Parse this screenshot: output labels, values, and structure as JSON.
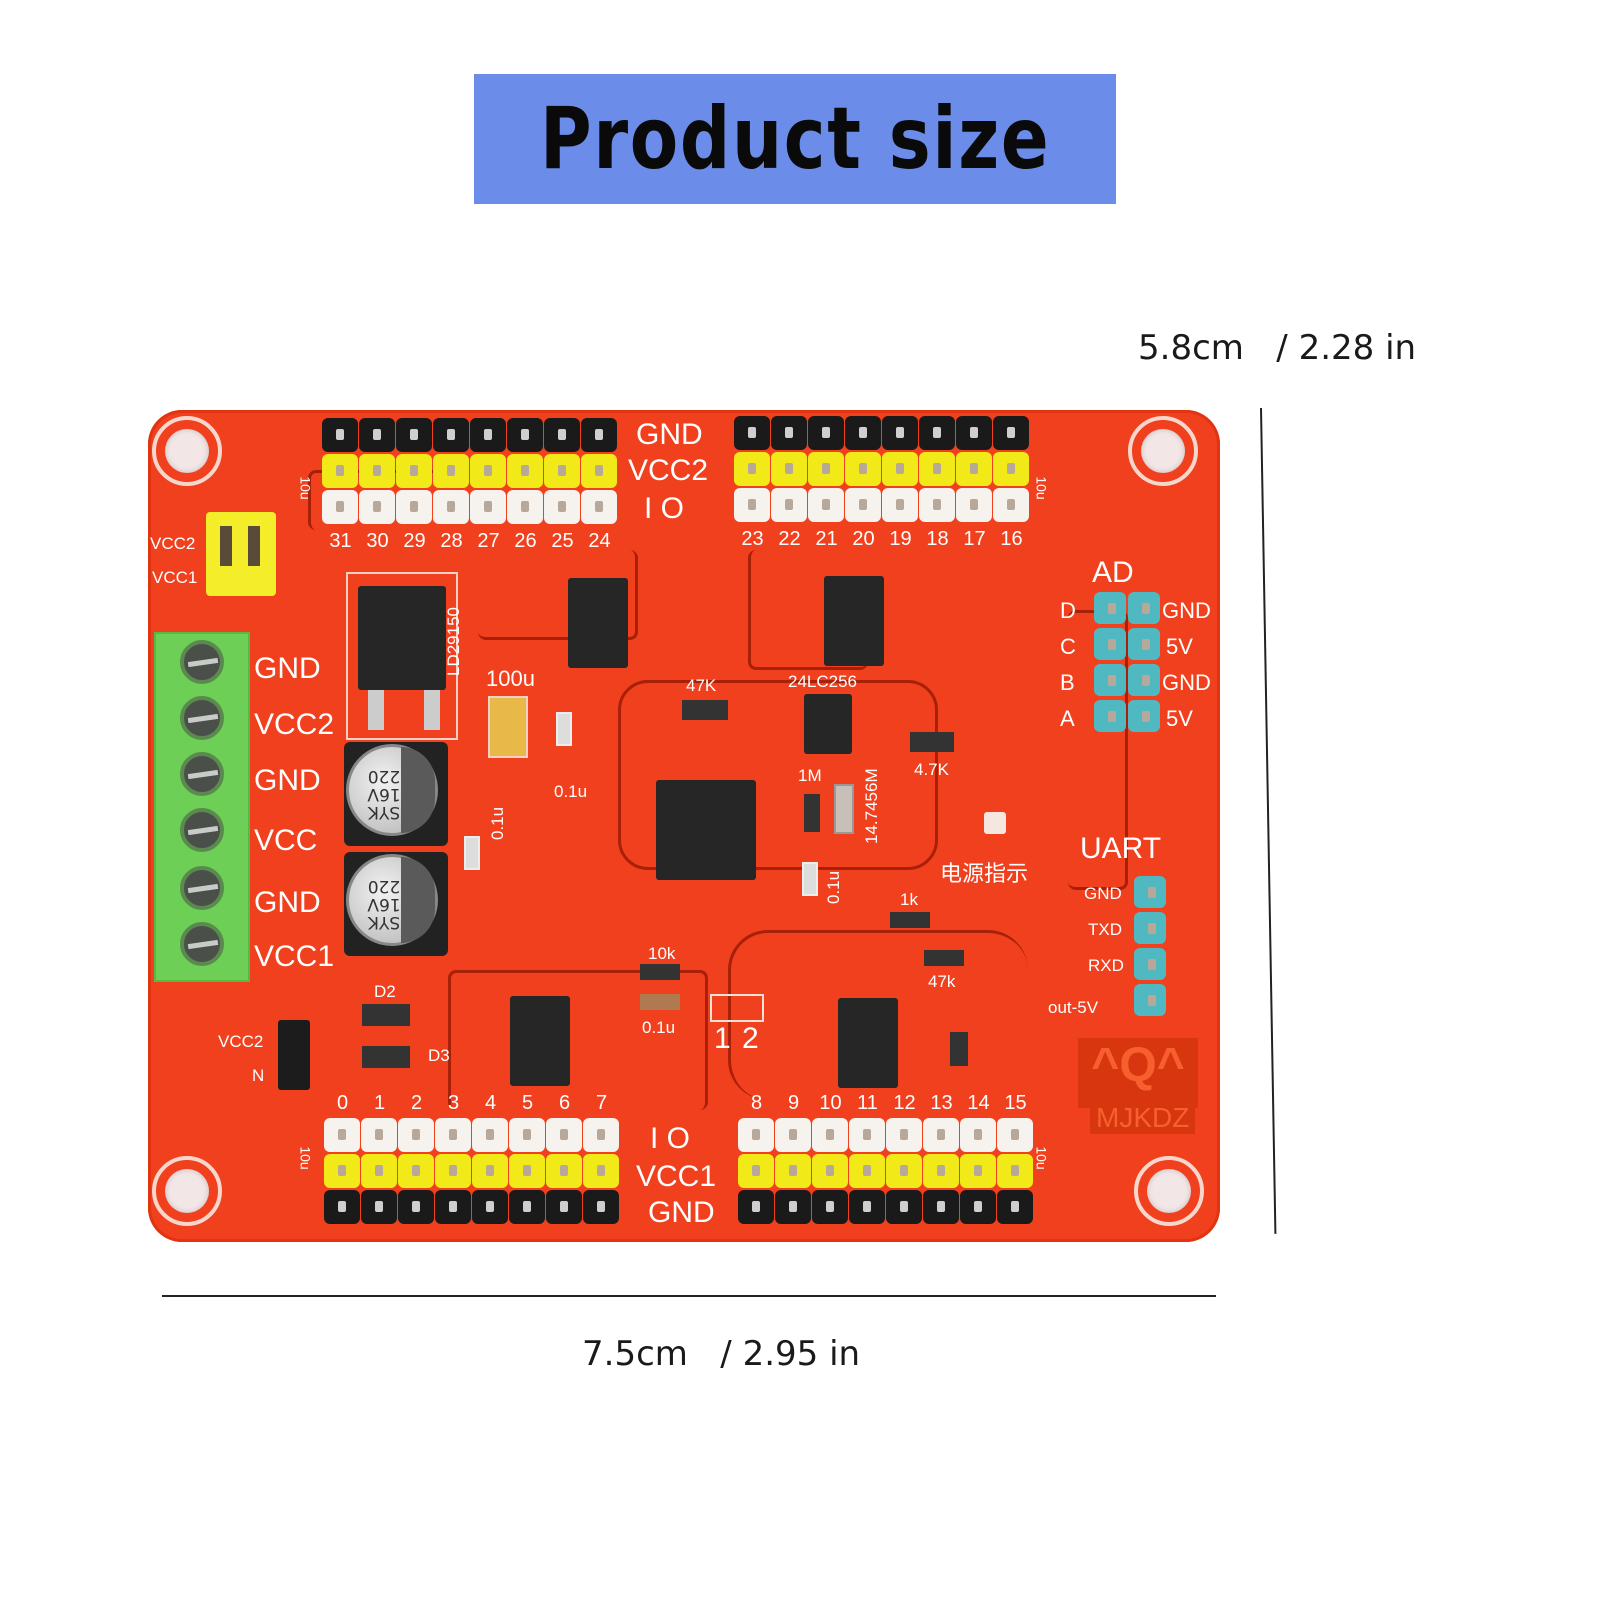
{
  "banner": {
    "title": "Product size",
    "background_color": "#6b8ce8"
  },
  "dimensions": {
    "height_label": "5.8cm   / 2.28 in",
    "width_label": "7.5cm   / 2.95 in"
  },
  "pcb": {
    "board_color": "#f0401e",
    "top_header": {
      "row_labels": [
        "GND",
        "VCC2",
        "I O"
      ],
      "left_pins": [
        "31",
        "30",
        "29",
        "28",
        "27",
        "26",
        "25",
        "24"
      ],
      "right_pins": [
        "23",
        "22",
        "21",
        "20",
        "19",
        "18",
        "17",
        "16"
      ],
      "cap_label_left": "10u",
      "cap_label_right": "10u"
    },
    "bottom_header": {
      "row_labels": [
        "I O",
        "VCC1",
        "GND"
      ],
      "left_pins": [
        "0",
        "1",
        "2",
        "3",
        "4",
        "5",
        "6",
        "7"
      ],
      "right_pins": [
        "8",
        "9",
        "10",
        "11",
        "12",
        "13",
        "14",
        "15"
      ],
      "cap_label_left": "10u",
      "cap_label_right": "10u"
    },
    "jumper_top": {
      "labels": [
        "VCC2",
        "VCC1"
      ]
    },
    "terminal_block": {
      "labels": [
        "GND",
        "VCC2",
        "GND",
        "VCC",
        "GND",
        "VCC1"
      ]
    },
    "regulator": {
      "label": "LD29150"
    },
    "components": {
      "tantalum_cap": "100u",
      "cap_0_1u_a": "0.1u",
      "cap_0_1u_b": "0.1u",
      "cap_0_1u_c": "0.1u",
      "cap_0_1u_d": "0.1u",
      "electrolytic_cap_text": [
        "SYK",
        "16V",
        "220"
      ],
      "res_47k_a": "47K",
      "res_47k_b": "47k",
      "res_4_7k": "4.7K",
      "res_1m": "1M",
      "res_10k": "10k",
      "res_1k": "1k",
      "crystal": "14.7456M",
      "eeprom": "24LC256",
      "power_indicator": "电源指示",
      "diode_d2": "D2",
      "diode_d3": "D3",
      "jumper_bottom_labels": [
        "VCC2",
        "N"
      ],
      "solder_jumper_labels": [
        "1",
        "2"
      ]
    },
    "ad_header": {
      "title": "AD",
      "left_labels": [
        "D",
        "C",
        "B",
        "A"
      ],
      "right_labels": [
        "GND",
        "5V",
        "GND",
        "5V"
      ]
    },
    "uart_header": {
      "title": "UART",
      "labels": [
        "GND",
        "TXD",
        "RXD",
        "out-5V"
      ]
    },
    "logo": {
      "symbol": "^Q^",
      "brand": "MJKDZ"
    }
  }
}
